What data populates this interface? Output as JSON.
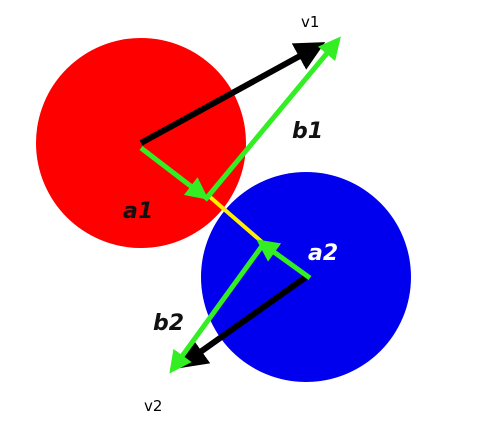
{
  "diagram": {
    "labels": {
      "v1": "v1",
      "v2": "v2",
      "a1": "a1",
      "a2": "a2",
      "b1": "b1",
      "b2": "b2"
    },
    "colors": {
      "ball_1": "#ff0000",
      "ball_2": "#0000ee",
      "velocity_vector": "#000000",
      "component_vector": "#33ee22",
      "contact_line": "#ffee00",
      "label_dark": "#111111",
      "label_light": "#ffffff"
    }
  }
}
